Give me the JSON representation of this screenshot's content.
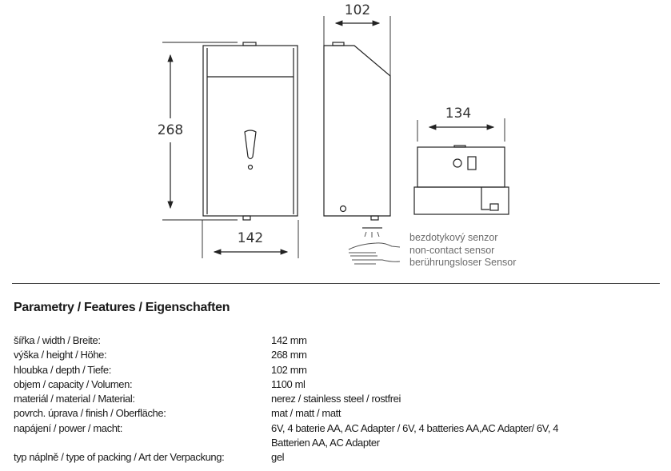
{
  "drawing": {
    "dim_height": "268",
    "dim_width": "142",
    "dim_depth": "102",
    "dim_bottom_width": "134",
    "sensor_label": [
      "bezdotykový senzor",
      "non-contact sensor",
      "berührungsloser Sensor"
    ]
  },
  "features": {
    "heading": "Parametry / Features / Eigenschaften",
    "rows": [
      {
        "label": "šířka / width / Breite:",
        "value": "142 mm"
      },
      {
        "label": "výška / height / Höhe:",
        "value": "268 mm"
      },
      {
        "label": "hloubka / depth / Tiefe:",
        "value": "102 mm"
      },
      {
        "label": "objem / capacity  / Volumen:",
        "value": "1100 ml"
      },
      {
        "label": "materiál / material / Material:",
        "value": "nerez / stainless steel / rostfrei"
      },
      {
        "label": "povrch. úprava / finish / Oberfläche:",
        "value": "mat / matt / matt"
      },
      {
        "label": "napájení / power / macht:",
        "value": "6V, 4 baterie AA, AC Adapter / 6V, 4 batteries AA,AC Adapter/ 6V, 4 Batterien AA, AC Adapter"
      },
      {
        "label": "typ náplně / type of packing / Art der Verpackung:",
        "value": "gel"
      }
    ]
  }
}
